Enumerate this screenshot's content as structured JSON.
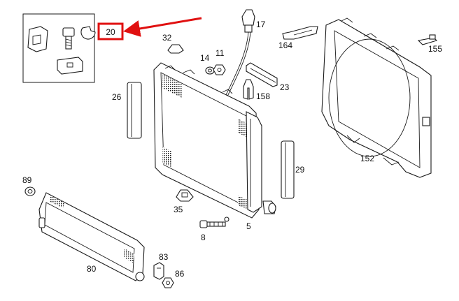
{
  "callout": {
    "label": "20",
    "highlight_color": "#e01010"
  },
  "part_labels": {
    "p17": "17",
    "p32": "32",
    "p14": "14",
    "p11": "11",
    "p164": "164",
    "p155": "155",
    "p158": "158",
    "p23": "23",
    "p26": "26",
    "p29": "29",
    "p152": "152",
    "p89": "89",
    "p35": "35",
    "p8": "8",
    "p5": "5",
    "p83": "83",
    "p80": "80",
    "p86": "86"
  }
}
